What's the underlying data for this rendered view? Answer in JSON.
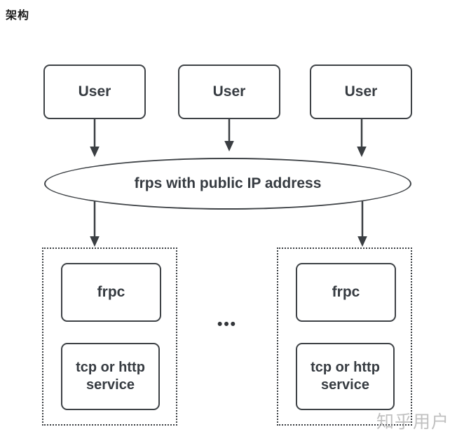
{
  "page": {
    "title": "架构"
  },
  "diagram": {
    "user_nodes": [
      {
        "label": "User"
      },
      {
        "label": "User"
      },
      {
        "label": "User"
      }
    ],
    "server_node": {
      "label": "frps with public IP address"
    },
    "client_groups": [
      {
        "frpc_label": "frpc",
        "service_label": "tcp or http service"
      },
      {
        "frpc_label": "frpc",
        "service_label": "tcp or http service"
      }
    ],
    "ellipsis": "•••",
    "colors": {
      "stroke": "#3e4246",
      "text": "#363b41",
      "heading_text": "#1c1c1c",
      "watermark": "#969696",
      "background": "#ffffff"
    }
  },
  "watermark": {
    "text": "知乎用户"
  }
}
